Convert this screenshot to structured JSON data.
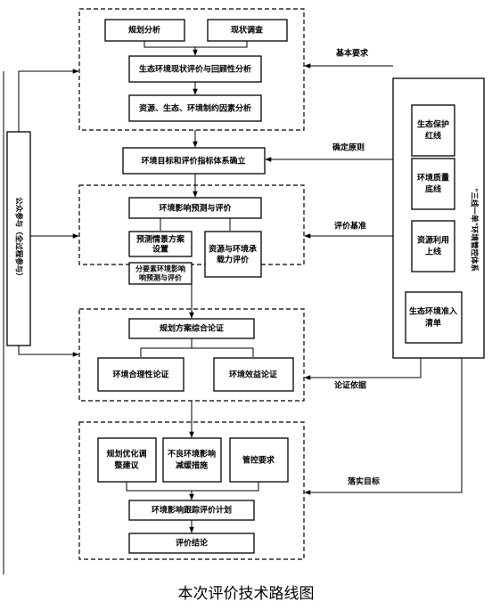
{
  "nodes": {
    "planning_analysis": "规划分析",
    "status_survey": "现状调查",
    "eco_env_assessment": "生态环境现状评价与回顾性分析",
    "constraint_analysis": "资源、生态、环境制约因素分析",
    "env_target_index": "环境目标和评价指标体系确立",
    "impact_prediction": "环境影响预测与评价",
    "scenario_setting": [
      "预测情景方案",
      "设置"
    ],
    "factor_prediction": [
      "分要素环境影响",
      "响预测与评价"
    ],
    "carrying_capacity": [
      "资源与环境承",
      "载力评价"
    ],
    "plan_demonstration": "规划方案综合论证",
    "env_rationality": "环境合理性论证",
    "env_benefit": "环境效益论证",
    "plan_optimization": [
      "规划优化调",
      "整建议"
    ],
    "mitigation": [
      "不良环境影响",
      "减缓措施"
    ],
    "control_requirements": "管控要求",
    "tracking_plan": "环境影响跟踪评价计划",
    "conclusion": "评价结论",
    "ecological_redline": [
      "生态保护",
      "红线"
    ],
    "env_quality_baseline": [
      "环境质量",
      "底线"
    ],
    "resource_ceiling": [
      "资源利用",
      "上线"
    ],
    "access_list": [
      "生态环境准入",
      "清单"
    ]
  },
  "side_labels": {
    "public_participation": "公众参与（全过程参与）",
    "three_lines": "\"三线一单\"环境管控体系"
  },
  "edge_labels": {
    "basic_requirements": "基本要求",
    "determine_principles": "确定原则",
    "evaluation_criteria": "评价基准",
    "demonstration_basis": "论证依据",
    "implement_targets": "落实目标"
  },
  "caption": "本次评价技术路线图"
}
